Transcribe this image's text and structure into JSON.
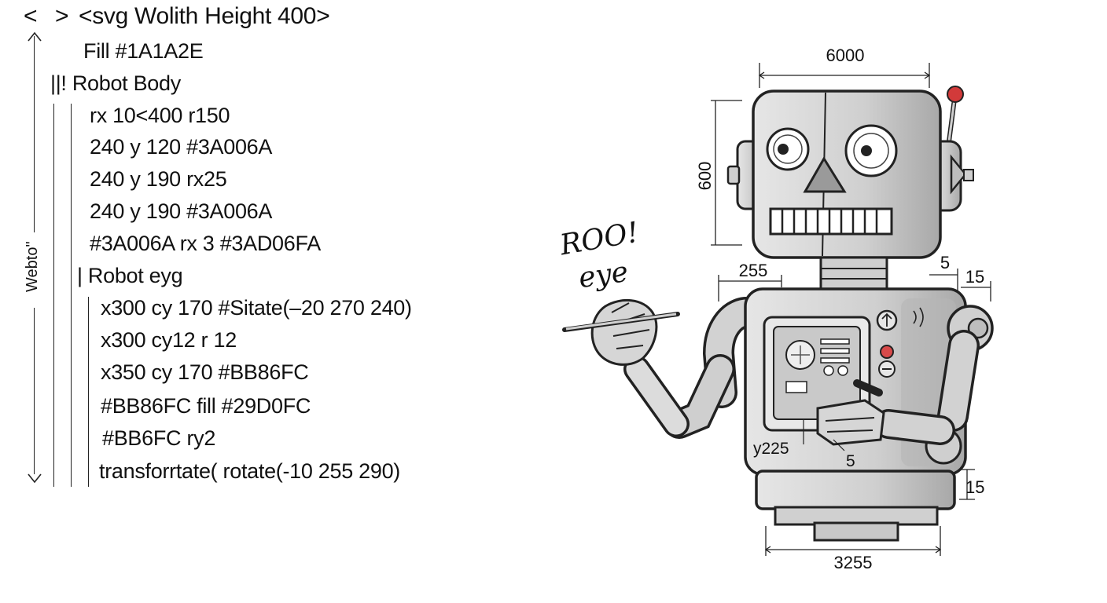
{
  "code_panel": {
    "nav_back": "<",
    "nav_forward": ">",
    "header": "<svg Wolith Height 400>",
    "side_label": "Webto\"",
    "lines": [
      "Fill #1A1A2E",
      "||! Robot Body",
      "rx 10<400 r150",
      "240 y 120 #3A006A",
      "240 y 190 rx25",
      "240 y 190 #3A006A",
      "#3A006A rx 3   #3AD06FA",
      "| Robot eyg",
      "x300 cy 170    #Sitate(–20 270 240)",
      "x300 cy12 r 12",
      "x350 cy 170  #BB86FC",
      "#BB86FC fill #29D0FC",
      "#BB6FC ry2",
      "transforrtate( rotate(-10 255 290)"
    ]
  },
  "diagram": {
    "dimensions": {
      "head_width": "6000",
      "head_height": "600",
      "neck_offset": "255",
      "ear_gap": "5",
      "arm_width": "15",
      "panel_y": "y225",
      "panel_gap": "5",
      "base_step": "15",
      "base_width": "3255"
    },
    "annotation_line1": "ROO!",
    "annotation_line2": "eye"
  },
  "colors": {
    "ink": "#111111",
    "robot_body": "#d6d6d6",
    "robot_shadow": "#a9a9a9",
    "antenna_tip": "#d23a3a",
    "button_red": "#d84a4a"
  }
}
